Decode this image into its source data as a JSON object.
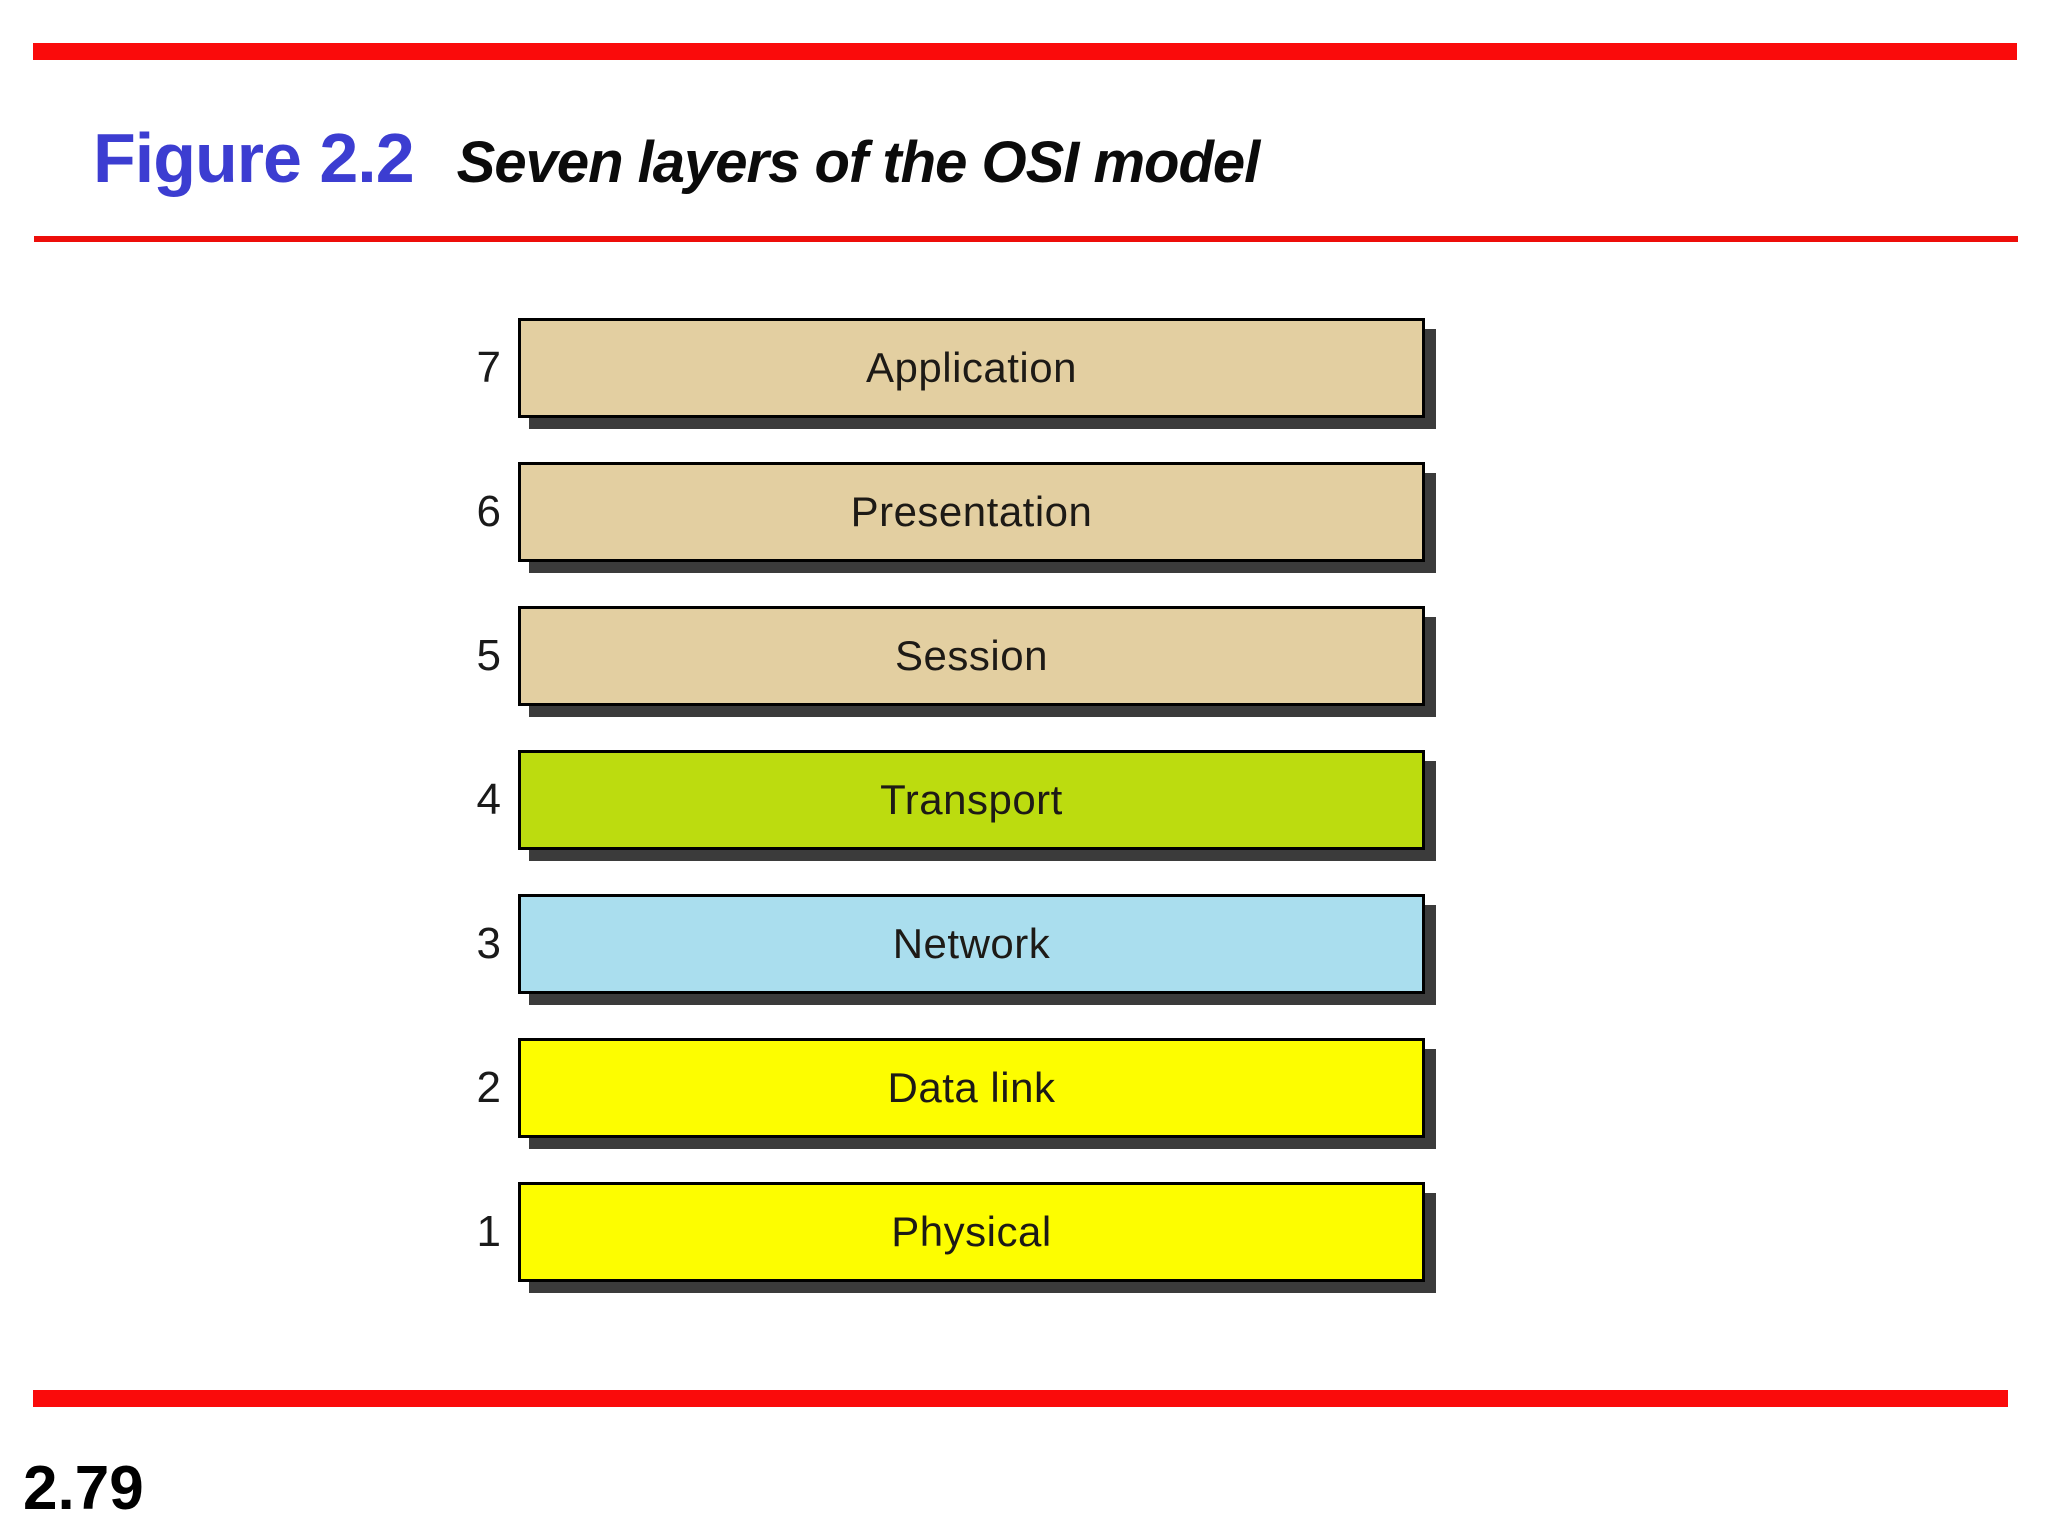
{
  "slide": {
    "figure_label": "Figure 2.2",
    "figure_title": "Seven layers of the OSI model",
    "page_number": "2.79"
  },
  "colors": {
    "accent_red": "#FA0B0B",
    "figure_label_blue": "#3C3DD1",
    "upper_layers_tan": "#E3CFA1",
    "transport_green": "#BCDC0F",
    "network_blue": "#AADEEE",
    "lower_layers_yellow": "#FDFD00",
    "box_border": "#000000",
    "box_shadow": "#2A2A2A"
  },
  "diagram": {
    "title": "Seven layers of the OSI model",
    "layers": [
      {
        "number": "7",
        "label": "Application",
        "color": "#E3CFA1"
      },
      {
        "number": "6",
        "label": "Presentation",
        "color": "#E3CFA1"
      },
      {
        "number": "5",
        "label": "Session",
        "color": "#E3CFA1"
      },
      {
        "number": "4",
        "label": "Transport",
        "color": "#BCDC0F"
      },
      {
        "number": "3",
        "label": "Network",
        "color": "#AADEEE"
      },
      {
        "number": "2",
        "label": "Data link",
        "color": "#FDFD00"
      },
      {
        "number": "1",
        "label": "Physical",
        "color": "#FDFD00"
      }
    ]
  }
}
